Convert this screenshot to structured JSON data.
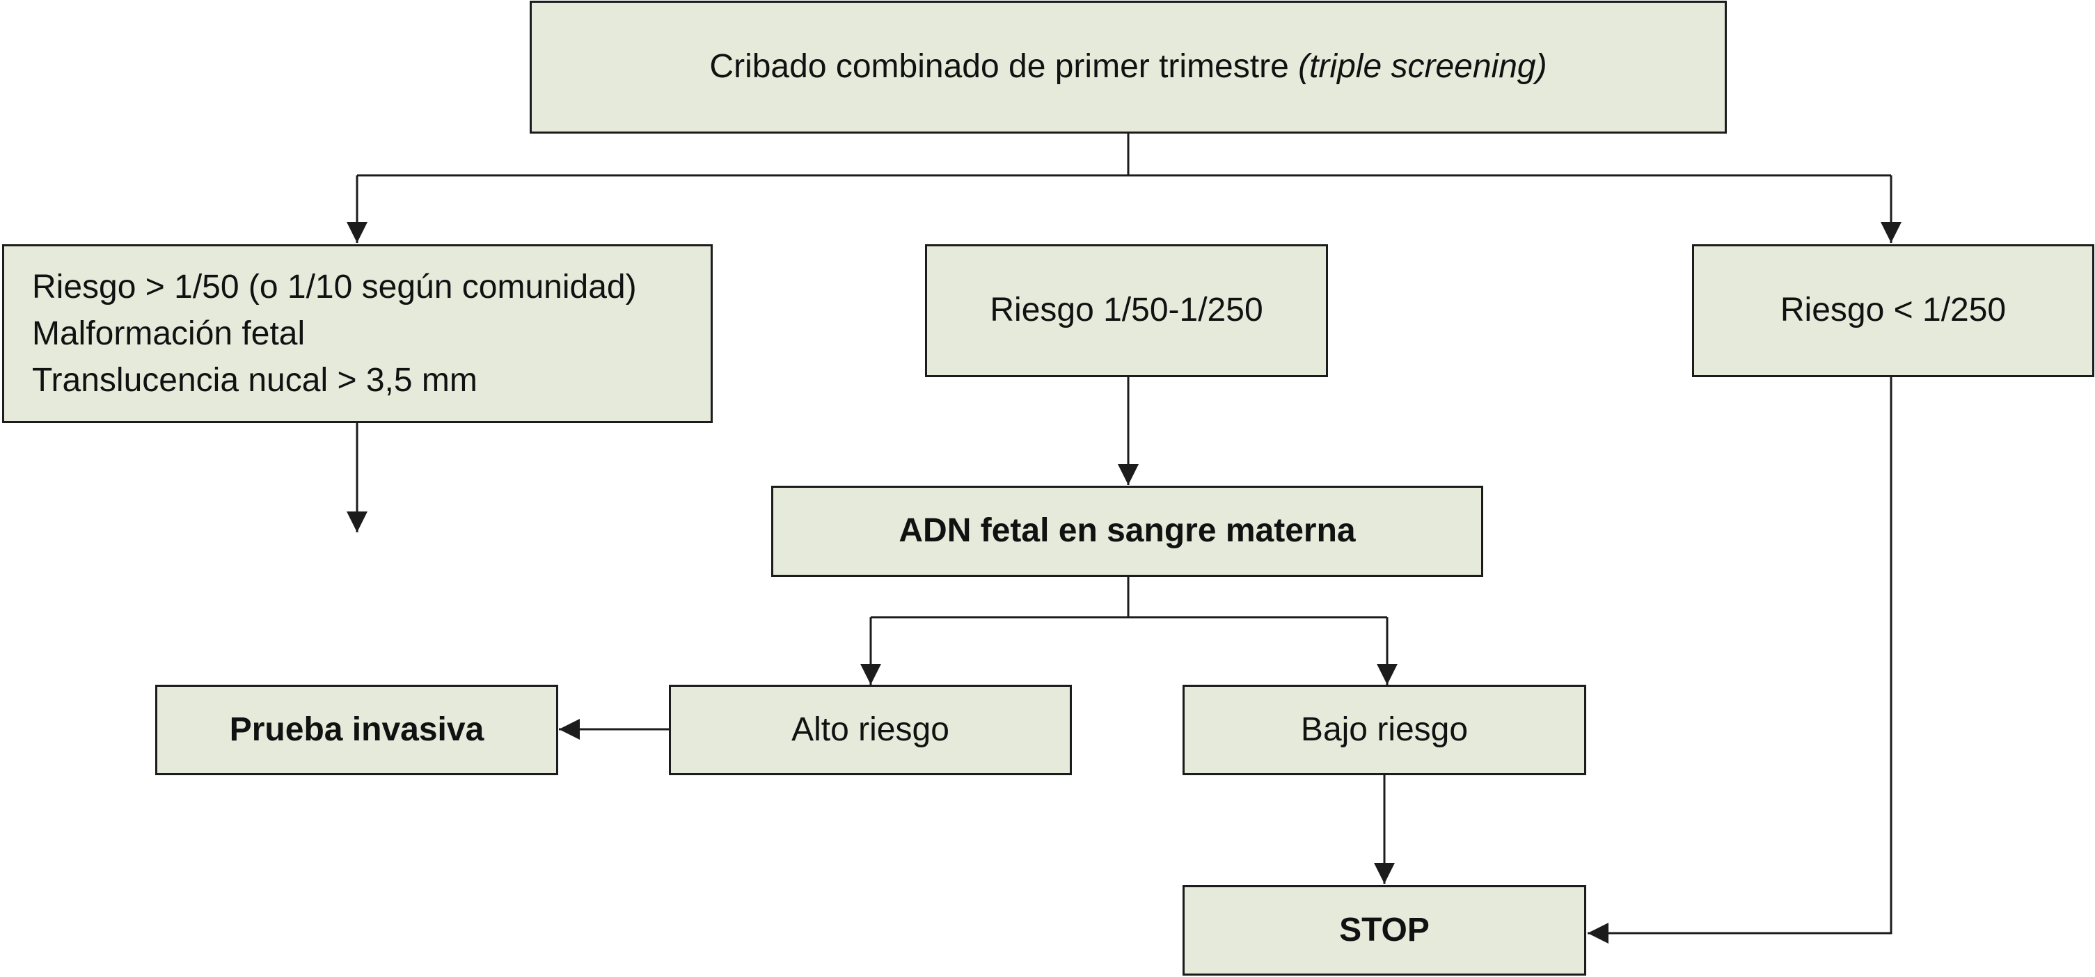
{
  "diagram": {
    "root": {
      "text": "Cribado combinado de primer trimestre",
      "italic": "(triple screening)"
    },
    "high_risk": {
      "lines": [
        "Riesgo > 1/50 (o 1/10 según comunidad)",
        "Malformación fetal",
        "Translucencia nucal > 3,5 mm"
      ]
    },
    "mid_risk": {
      "text": "Riesgo 1/50-1/250"
    },
    "low_risk": {
      "text": "Riesgo < 1/250"
    },
    "dna": {
      "text": "ADN fetal en sangre materna"
    },
    "alto": {
      "text": "Alto riesgo"
    },
    "bajo": {
      "text": "Bajo riesgo"
    },
    "invasive": {
      "text": "Prueba invasiva"
    },
    "stop": {
      "text": "STOP"
    }
  },
  "colors": {
    "box_fill": "#e5eadb",
    "stroke": "#1c1c1c"
  }
}
